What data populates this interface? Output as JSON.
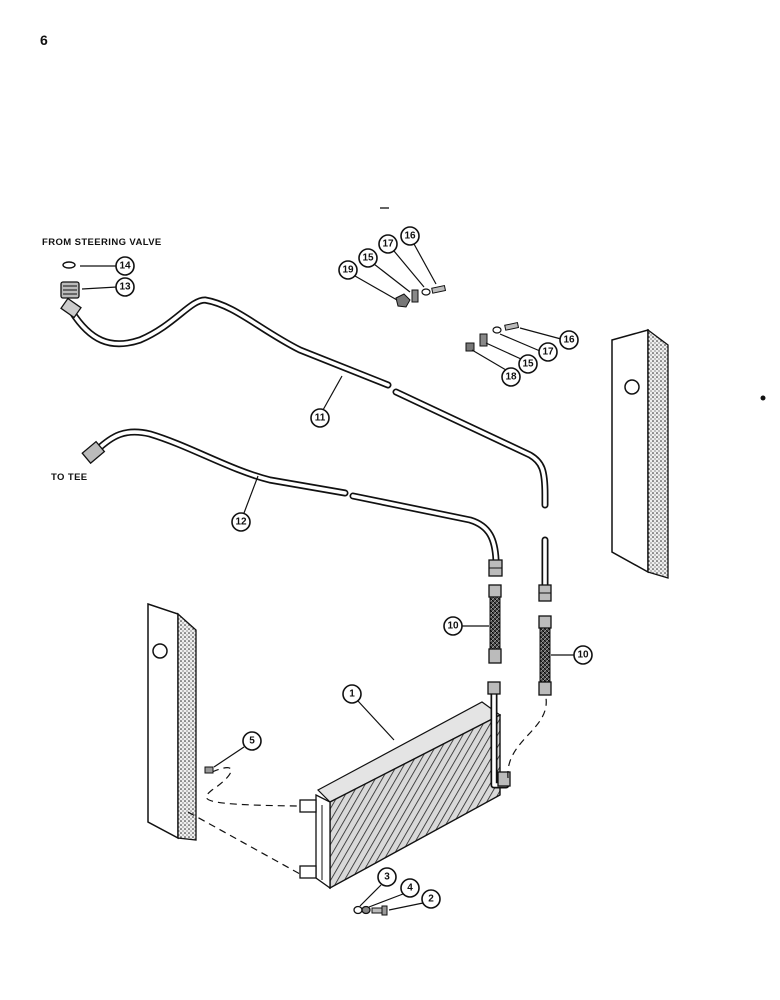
{
  "page_number": "6",
  "labels": {
    "from_steering_valve": "FROM STEERING VALVE",
    "to_tee": "TO TEE"
  },
  "callouts": {
    "c1": "1",
    "c2": "2",
    "c3": "3",
    "c4": "4",
    "c5": "5",
    "c10a": "10",
    "c10b": "10",
    "c11": "11",
    "c12": "12",
    "c13": "13",
    "c14": "14",
    "c15a": "15",
    "c15b": "15",
    "c16a": "16",
    "c16b": "16",
    "c17a": "17",
    "c17b": "17",
    "c18": "18",
    "c19": "19"
  }
}
